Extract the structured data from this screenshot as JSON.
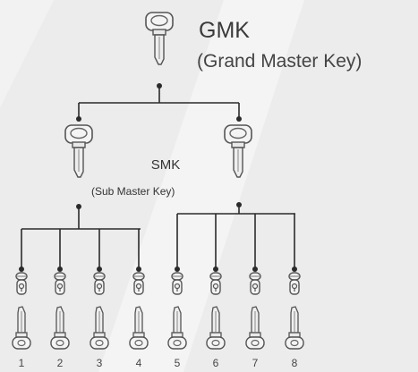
{
  "gmk": {
    "title": "GMK",
    "subtitle": "(Grand Master Key)"
  },
  "smk": {
    "title": "SMK",
    "subtitle": "(Sub Master Key)"
  },
  "user_keys": [
    "1",
    "2",
    "3",
    "4",
    "5",
    "6",
    "7",
    "8"
  ],
  "colors": {
    "background": "#ececec",
    "highlight": "#f6f6f6",
    "line": "#2b2b2b",
    "key_fill": "#f4f4f4",
    "key_stroke": "#555555"
  }
}
